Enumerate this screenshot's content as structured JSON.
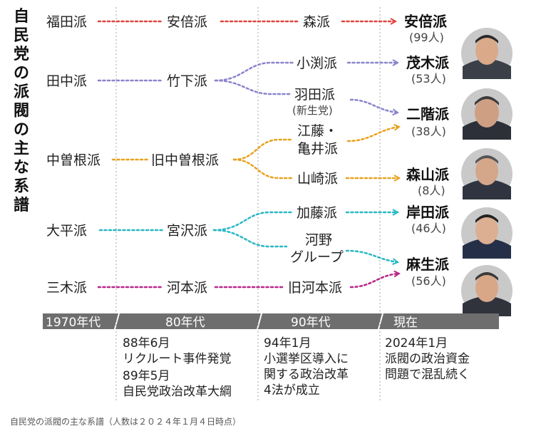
{
  "title": "自民党の派閥の主な系譜",
  "colors": {
    "fukuda": "#e0443e",
    "tanaka": "#8a84cc",
    "nakasone": "#e8a21c",
    "ohira": "#2ab7c4",
    "miki": "#b8268a",
    "eraBar": "#6e6e6e"
  },
  "lines": {
    "fukuda": {
      "origin": "福田派",
      "mid": "安倍派",
      "late": "森派",
      "current": "安倍派",
      "count": "(99人)"
    },
    "tanaka": {
      "origin": "田中派",
      "mid": "竹下派",
      "branchA": "小渕派",
      "branchB": "羽田派",
      "branchB_note": "(新生党)",
      "current": "茂木派",
      "count": "(53人)"
    },
    "nakasone": {
      "origin": "中曽根派",
      "mid": "旧中曽根派",
      "branchA_1": "江藤・",
      "branchA_2": "亀井派",
      "branchB": "山崎派"
    },
    "nikai": {
      "current": "二階派",
      "count": "(38人)"
    },
    "moriyama": {
      "current": "森山派",
      "count": "(8人)"
    },
    "ohira": {
      "origin": "大平派",
      "mid": "宮沢派",
      "branchA": "加藤派",
      "branchB_1": "河野",
      "branchB_2": "グループ",
      "current": "岸田派",
      "count": "(46人)"
    },
    "miki": {
      "origin": "三木派",
      "mid": "河本派",
      "late": "旧河本派"
    },
    "aso": {
      "current": "麻生派",
      "count": "(56人)"
    }
  },
  "eras": [
    "1970年代",
    "80年代",
    "90年代",
    "現在"
  ],
  "events": {
    "e80_1a": "88年6月",
    "e80_1b": "リクルート事件発覚",
    "e80_2a": "89年5月",
    "e80_2b": "自民党政治改革大綱",
    "e90_a": "94年1月",
    "e90_b": "小選挙区導入に",
    "e90_c": "関する政治改革",
    "e90_d": "4法が成立",
    "now_a": "2024年1月",
    "now_b": "派閥の政治資金",
    "now_c": "問題で混乱続く"
  },
  "caption": "自民党の派閥の主な系譜（人数は２０２４年１月４日時点）",
  "portraits": [
    "portrait-1",
    "portrait-2",
    "portrait-3",
    "portrait-4",
    "portrait-5"
  ]
}
